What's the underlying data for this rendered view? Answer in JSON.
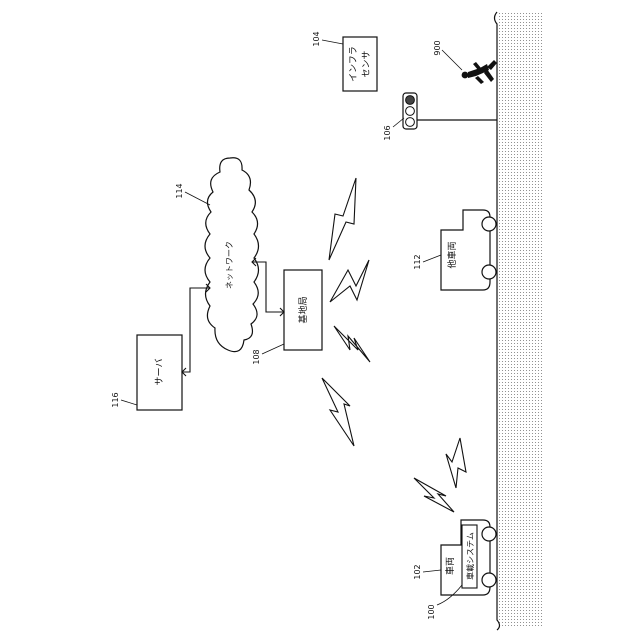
{
  "labels": {
    "in_vehicle_system": "車載システム",
    "vehicle": "車両",
    "other_vehicle": "他車両",
    "base_station": "基地局",
    "network": "ネットワーク",
    "server": "サーバ",
    "infra_sensor_line1": "インフラ",
    "infra_sensor_line2": "センサ"
  },
  "refs": {
    "in_vehicle_system": "100",
    "vehicle": "102",
    "infra_sensor": "104",
    "traffic_light": "106",
    "base_station": "108",
    "other_vehicle": "112",
    "network": "114",
    "server": "116",
    "pedestrian": "900"
  }
}
